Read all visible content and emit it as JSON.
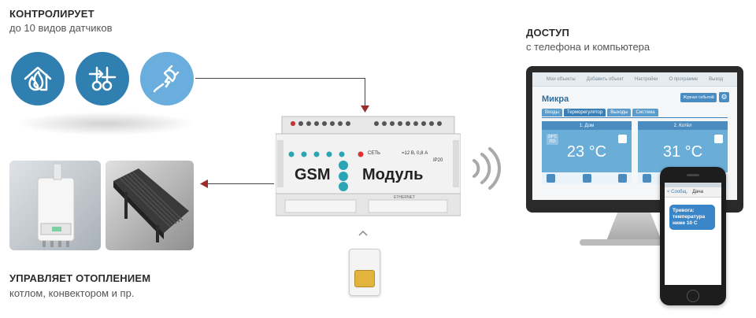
{
  "top_left": {
    "heading": "КОНТРОЛИРУЕТ",
    "subtext": "до 10 видов датчиков",
    "icons": [
      "fire-house-icon",
      "thermometers-icon",
      "plug-icon"
    ]
  },
  "bottom_left": {
    "heading": "УПРАВЛЯЕТ ОТОПЛЕНИЕМ",
    "subtext": "котлом, конвектором и пр."
  },
  "top_right": {
    "heading": "ДОСТУП",
    "subtext": "с телефона и компьютера"
  },
  "device": {
    "gsm_label": "GSM",
    "module_label": "Модуль",
    "net_label": "СЕТЬ",
    "rating": "=12 В, 0,8 А",
    "ip": "IP20",
    "port_label": "ETHERNET"
  },
  "web_ui": {
    "nav": [
      "Мои объекты",
      "Добавить объект",
      "Настройки",
      "О программе",
      "Выход"
    ],
    "title": "Микра",
    "journal_button": "Журнал событий",
    "tabs": [
      "Входы",
      "Терморегулятор",
      "Выходы",
      "Система"
    ],
    "active_tab": "Терморегулятор",
    "zones": [
      {
        "header": "1. Дом",
        "temperature": "23 °C",
        "mini_top": "24°C",
        "mini_bottom": "ПО"
      },
      {
        "header": "2. Котёл",
        "temperature": "31 °C"
      }
    ]
  },
  "phone": {
    "back_label": "< Сообщ.",
    "contact": "Дача",
    "message": "Тревога: температура ниже 10 С"
  },
  "colors": {
    "icon_blue": "#2f7fb0",
    "icon_light_blue": "#6aaede",
    "arrow_red": "#9e2b2b",
    "ui_blue": "#3a7fb5"
  }
}
